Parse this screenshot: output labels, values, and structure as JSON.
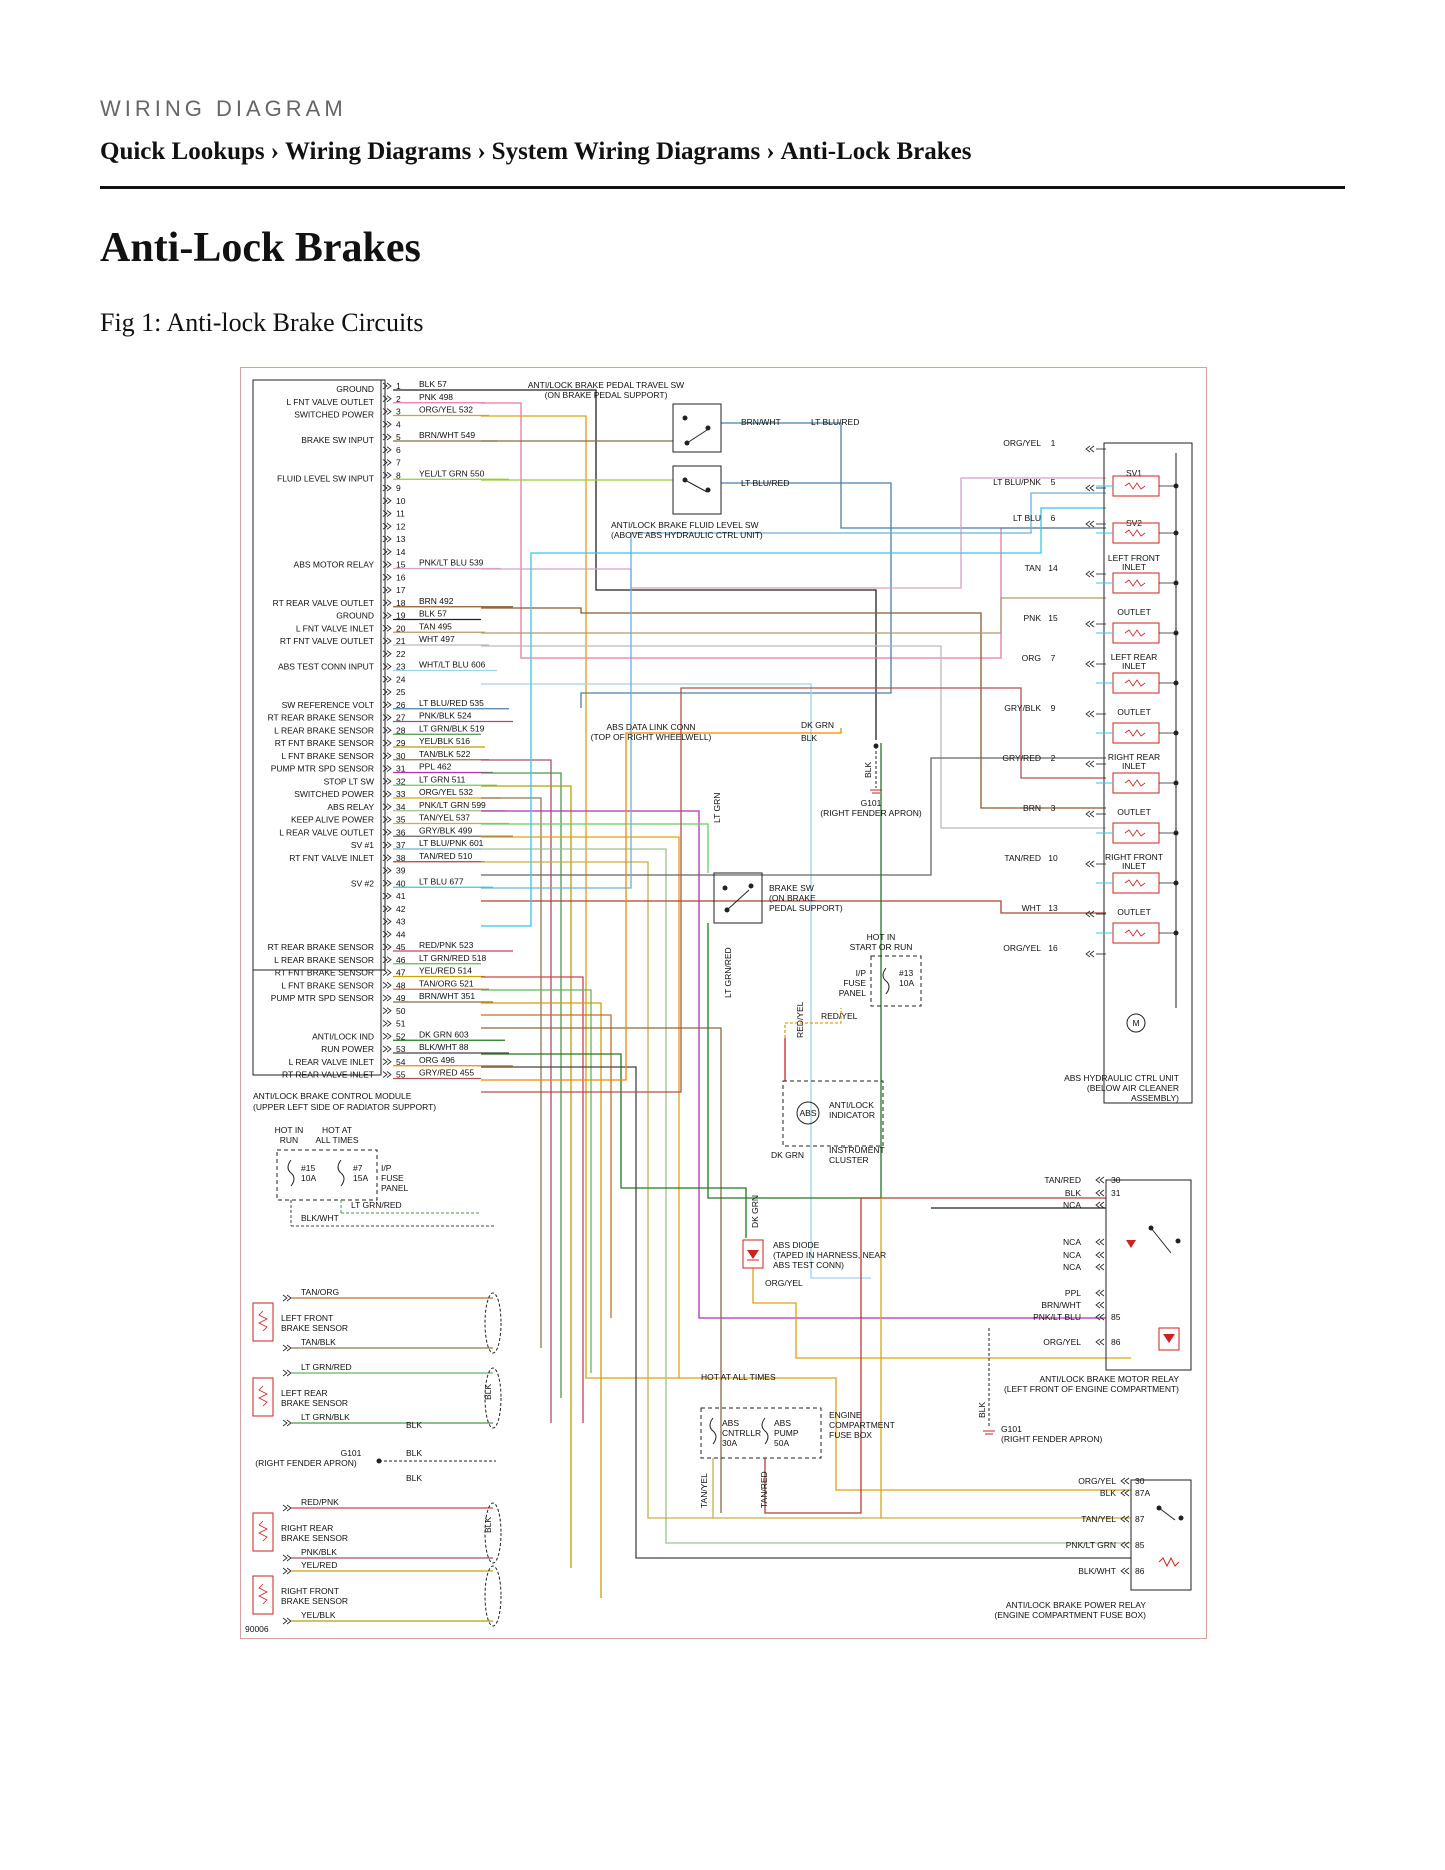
{
  "page": {
    "kicker": "WIRING DIAGRAM",
    "breadcrumb": [
      "Quick Lookups",
      "Wiring Diagrams",
      "System Wiring Diagrams",
      "Anti-Lock Brakes"
    ],
    "breadcrumb_separator": "›",
    "title": "Anti-Lock Brakes",
    "figure_caption": "Fig 1: Anti-lock Brake Circuits"
  },
  "module": {
    "caption_1": "ANTI/LOCK BRAKE CONTROL MODULE",
    "caption_2": "(UPPER LEFT SIDE OF RADIATOR SUPPORT)",
    "pins": [
      {
        "pin": "1",
        "wire": "BLK 57",
        "func": "GROUND",
        "color": "#222222"
      },
      {
        "pin": "2",
        "wire": "PNK 498",
        "func": "L FNT VALVE OUTLET",
        "color": "#e879a6"
      },
      {
        "pin": "3",
        "wire": "ORG/YEL 532",
        "func": "SWITCHED POWER",
        "color": "#e0a010"
      },
      {
        "pin": "4",
        "wire": "",
        "func": "",
        "color": ""
      },
      {
        "pin": "5",
        "wire": "BRN/WHT 549",
        "func": "BRAKE SW INPUT",
        "color": "#8b6b3d"
      },
      {
        "pin": "6",
        "wire": "",
        "func": "",
        "color": ""
      },
      {
        "pin": "7",
        "wire": "",
        "func": "",
        "color": ""
      },
      {
        "pin": "8",
        "wire": "YEL/LT GRN 550",
        "func": "FLUID LEVEL SW INPUT",
        "color": "#9acd32"
      },
      {
        "pin": "9",
        "wire": "",
        "func": "",
        "color": ""
      },
      {
        "pin": "10",
        "wire": "",
        "func": "",
        "color": ""
      },
      {
        "pin": "11",
        "wire": "",
        "func": "",
        "color": ""
      },
      {
        "pin": "12",
        "wire": "",
        "func": "",
        "color": ""
      },
      {
        "pin": "13",
        "wire": "",
        "func": "",
        "color": ""
      },
      {
        "pin": "14",
        "wire": "",
        "func": "",
        "color": ""
      },
      {
        "pin": "15",
        "wire": "PNK/LT BLU 539",
        "func": "ABS MOTOR RELAY",
        "color": "#d9a0c0"
      },
      {
        "pin": "16",
        "wire": "",
        "func": "",
        "color": ""
      },
      {
        "pin": "17",
        "wire": "",
        "func": "",
        "color": ""
      },
      {
        "pin": "18",
        "wire": "BRN 492",
        "func": "RT REAR VALVE OUTLET",
        "color": "#8b5a2b"
      },
      {
        "pin": "19",
        "wire": "BLK 57",
        "func": "GROUND",
        "color": "#222222"
      },
      {
        "pin": "20",
        "wire": "TAN 495",
        "func": "L FNT VALVE INLET",
        "color": "#b59a6a"
      },
      {
        "pin": "21",
        "wire": "WHT 497",
        "func": "RT FNT VALVE OUTLET",
        "color": "#bbbbbb"
      },
      {
        "pin": "22",
        "wire": "",
        "func": "",
        "color": ""
      },
      {
        "pin": "23",
        "wire": "WHT/LT BLU 606",
        "func": "ABS TEST CONN INPUT",
        "color": "#9fd3e6"
      },
      {
        "pin": "24",
        "wire": "",
        "func": "",
        "color": ""
      },
      {
        "pin": "25",
        "wire": "",
        "func": "",
        "color": ""
      },
      {
        "pin": "26",
        "wire": "LT BLU/RED 535",
        "func": "SW REFERENCE VOLT",
        "color": "#4a7fa8"
      },
      {
        "pin": "27",
        "wire": "PNK/BLK 524",
        "func": "RT REAR BRAKE SENSOR",
        "color": "#a0506e"
      },
      {
        "pin": "28",
        "wire": "LT GRN/BLK 519",
        "func": "L REAR BRAKE SENSOR",
        "color": "#4a9a4a"
      },
      {
        "pin": "29",
        "wire": "YEL/BLK 516",
        "func": "RT FNT BRAKE SENSOR",
        "color": "#b8a000"
      },
      {
        "pin": "30",
        "wire": "TAN/BLK 522",
        "func": "L FNT BRAKE SENSOR",
        "color": "#8e7a50"
      },
      {
        "pin": "31",
        "wire": "PPL 462",
        "func": "PUMP MTR SPD SENSOR",
        "color": "#b030b0"
      },
      {
        "pin": "32",
        "wire": "LT GRN 511",
        "func": "STOP LT SW",
        "color": "#66cc66"
      },
      {
        "pin": "33",
        "wire": "ORG/YEL 532",
        "func": "SWITCHED POWER",
        "color": "#e0a010"
      },
      {
        "pin": "34",
        "wire": "PNK/LT GRN 599",
        "func": "ABS RELAY",
        "color": "#a0c090"
      },
      {
        "pin": "35",
        "wire": "TAN/YEL 537",
        "func": "KEEP ALIVE POWER",
        "color": "#c8b040"
      },
      {
        "pin": "36",
        "wire": "GRY/BLK 499",
        "func": "L REAR VALVE OUTLET",
        "color": "#666666"
      },
      {
        "pin": "37",
        "wire": "LT BLU/PNK 601",
        "func": "SV #1",
        "color": "#6ab0d8"
      },
      {
        "pin": "38",
        "wire": "TAN/RED 510",
        "func": "RT FNT VALVE INLET",
        "color": "#b04030"
      },
      {
        "pin": "39",
        "wire": "",
        "func": "",
        "color": ""
      },
      {
        "pin": "40",
        "wire": "LT BLU 677",
        "func": "SV #2",
        "color": "#33c8e8"
      },
      {
        "pin": "41",
        "wire": "",
        "func": "",
        "color": ""
      },
      {
        "pin": "42",
        "wire": "",
        "func": "",
        "color": ""
      },
      {
        "pin": "43",
        "wire": "",
        "func": "",
        "color": ""
      },
      {
        "pin": "44",
        "wire": "",
        "func": "",
        "color": ""
      },
      {
        "pin": "45",
        "wire": "RED/PNK 523",
        "func": "RT REAR BRAKE SENSOR",
        "color": "#d04050"
      },
      {
        "pin": "46",
        "wire": "LT GRN/RED 518",
        "func": "L REAR BRAKE SENSOR",
        "color": "#5fb85f"
      },
      {
        "pin": "47",
        "wire": "YEL/RED 514",
        "func": "RT FNT BRAKE SENSOR",
        "color": "#d0a000"
      },
      {
        "pin": "48",
        "wire": "TAN/ORG 521",
        "func": "L FNT BRAKE SENSOR",
        "color": "#c07030"
      },
      {
        "pin": "49",
        "wire": "BRN/WHT 351",
        "func": "PUMP MTR SPD SENSOR",
        "color": "#8b6b3d"
      },
      {
        "pin": "50",
        "wire": "",
        "func": "",
        "color": ""
      },
      {
        "pin": "51",
        "wire": "",
        "func": "",
        "color": ""
      },
      {
        "pin": "52",
        "wire": "DK GRN 603",
        "func": "ANTI/LOCK IND",
        "color": "#1e7a1e"
      },
      {
        "pin": "53",
        "wire": "BLK/WHT 88",
        "func": "RUN POWER",
        "color": "#444444"
      },
      {
        "pin": "54",
        "wire": "ORG 496",
        "func": "L REAR VALVE INLET",
        "color": "#f08a00"
      },
      {
        "pin": "55",
        "wire": "GRY/RED 455",
        "func": "RT REAR VALVE INLET",
        "color": "#b05050"
      }
    ]
  },
  "hcu": {
    "caption_1": "ABS HYDRAULIC CTRL UNIT",
    "caption_2": "(BELOW AIR CLEANER",
    "caption_3": "ASSEMBLY)",
    "pins": [
      {
        "wire": "ORG/YEL",
        "pin": "1",
        "color": "#e0a010"
      },
      {
        "wire": "LT BLU/PNK",
        "pin": "5",
        "color": "#6ab0d8"
      },
      {
        "wire": "LT BLU",
        "pin": "6",
        "color": "#33c8e8"
      },
      {
        "wire": "TAN",
        "pin": "14",
        "color": "#b59a6a"
      },
      {
        "wire": "PNK",
        "pin": "15",
        "color": "#e879a6"
      },
      {
        "wire": "ORG",
        "pin": "7",
        "color": "#f08a00"
      },
      {
        "wire": "GRY/BLK",
        "pin": "9",
        "color": "#666666"
      },
      {
        "wire": "GRY/RED",
        "pin": "2",
        "color": "#b05050"
      },
      {
        "wire": "BRN",
        "pin": "3",
        "color": "#8b5a2b"
      },
      {
        "wire": "TAN/RED",
        "pin": "10",
        "color": "#b04030"
      },
      {
        "wire": "WHT",
        "pin": "13",
        "color": "#bbbbbb"
      },
      {
        "wire": "ORG/YEL",
        "pin": "16",
        "color": "#e0a010"
      }
    ],
    "valves": [
      "SV1",
      "SV2",
      "LEFT FRONT",
      "INLET",
      "OUTLET",
      "LEFT REAR",
      "INLET",
      "OUTLET",
      "RIGHT REAR",
      "INLET",
      "OUTLET",
      "RIGHT FRONT",
      "INLET",
      "OUTLET"
    ],
    "motor": "M"
  },
  "pedal_travel_sw": {
    "line1": "ANTI/LOCK BRAKE PEDAL TRAVEL SW",
    "line2": "(ON BRAKE PEDAL SUPPORT)",
    "wire_a": "BRN/WHT",
    "wire_b": "LT BLU/RED"
  },
  "fluid_level_sw": {
    "line1": "ANTI/LOCK BRAKE FLUID LEVEL SW",
    "line2": "(ABOVE ABS HYDRAULIC CTRL UNIT)",
    "wire": "LT BLU/RED"
  },
  "data_link": {
    "line1": "ABS DATA LINK CONN",
    "line2": "(TOP OF RIGHT WHEELWELL)",
    "wire_a": "DK GRN",
    "wire_b": "BLK"
  },
  "g101_right": {
    "label": "G101",
    "location": "(RIGHT FENDER APRON)",
    "wire": "BLK"
  },
  "brake_sw": {
    "line1": "BRAKE SW",
    "line2": "(ON BRAKE",
    "line3": "PEDAL SUPPORT)",
    "wire_a": "LT GRN",
    "wire_b": "LT GRN/RED"
  },
  "ip_fuse_13": {
    "hot": "HOT IN",
    "hot2": "START OR RUN",
    "fuse": "#13",
    "amps": "10A",
    "panel1": "I/P",
    "panel2": "FUSE",
    "panel3": "PANEL",
    "wire": "RED/YEL"
  },
  "indicator": {
    "line1": "ANTI/LOCK",
    "line2": "INDICATOR",
    "cluster1": "INSTRUMENT",
    "cluster2": "CLUSTER",
    "wire": "DK GRN"
  },
  "ip_fuse_left": {
    "hot_a1": "HOT IN",
    "hot_a2": "RUN",
    "hot_b1": "HOT AT",
    "hot_b2": "ALL TIMES",
    "fuse_a": "#15",
    "amps_a": "10A",
    "fuse_b": "#7",
    "amps_b": "15A",
    "panel1": "I/P",
    "panel2": "FUSE",
    "panel3": "PANEL",
    "wire_a": "LT GRN/RED",
    "wire_b": "BLK/WHT"
  },
  "abs_diode": {
    "line1": "ABS DIODE",
    "line2": "(TAPED IN HARNESS, NEAR",
    "line3": "ABS TEST CONN)",
    "wire": "ORG/YEL",
    "wire_up": "DK GRN"
  },
  "motor_relay": {
    "caption_1": "ANTI/LOCK BRAKE MOTOR RELAY",
    "caption_2": "(LEFT FRONT OF ENGINE COMPARTMENT)",
    "rows": [
      {
        "wire": "TAN/RED",
        "pin": "30"
      },
      {
        "wire": "BLK",
        "pin": "31"
      },
      {
        "wire": "NCA",
        "pin": ""
      },
      {
        "wire": "NCA",
        "pin": ""
      },
      {
        "wire": "NCA",
        "pin": ""
      },
      {
        "wire": "NCA",
        "pin": ""
      },
      {
        "wire": "PPL",
        "pin": ""
      },
      {
        "wire": "BRN/WHT",
        "pin": ""
      },
      {
        "wire": "PNK/LT BLU",
        "pin": "85"
      },
      {
        "wire": "ORG/YEL",
        "pin": "86"
      }
    ]
  },
  "underhood_fuse": {
    "hot": "HOT AT ALL TIMES",
    "fuse_a1": "ABS",
    "fuse_a2": "CNTRLLR",
    "fuse_a3": "30A",
    "fuse_b1": "ABS",
    "fuse_b2": "PUMP",
    "fuse_b3": "50A",
    "box1": "ENGINE",
    "box2": "COMPARTMENT",
    "box3": "FUSE BOX",
    "wire_a": "TAN/YEL",
    "wire_b": "TAN/RED"
  },
  "g101_mid": {
    "label": "G101",
    "location": "(RIGHT FENDER APRON)",
    "wire": "BLK"
  },
  "power_relay": {
    "caption_1": "ANTI/LOCK BRAKE POWER RELAY",
    "caption_2": "(ENGINE COMPARTMENT FUSE BOX)",
    "rows": [
      {
        "wire": "ORG/YEL",
        "pin": "30"
      },
      {
        "wire": "BLK",
        "pin": "87A"
      },
      {
        "wire": "TAN/YEL",
        "pin": "87"
      },
      {
        "wire": "PNK/LT GRN",
        "pin": "85"
      },
      {
        "wire": "BLK/WHT",
        "pin": "86"
      }
    ]
  },
  "sensors": [
    {
      "line1": "LEFT FRONT",
      "line2": "BRAKE SENSOR",
      "wire_a": "TAN/ORG",
      "wire_b": "TAN/BLK"
    },
    {
      "line1": "LEFT REAR",
      "line2": "BRAKE SENSOR",
      "wire_a": "LT GRN/RED",
      "wire_b": "LT GRN/BLK"
    },
    {
      "line1": "RIGHT REAR",
      "line2": "BRAKE SENSOR",
      "wire_a": "RED/PNK",
      "wire_b": "PNK/BLK"
    },
    {
      "line1": "RIGHT FRONT",
      "line2": "BRAKE SENSOR",
      "wire_a": "YEL/RED",
      "wire_b": "YEL/BLK"
    }
  ],
  "g101_left": {
    "label": "G101",
    "location": "(RIGHT FENDER APRON)",
    "wire_a": "BLK",
    "wire_b": "BLK",
    "wire_c": "BLK",
    "wire_d": "BLK",
    "wire_e": "BLK"
  },
  "figure_code": "90006"
}
